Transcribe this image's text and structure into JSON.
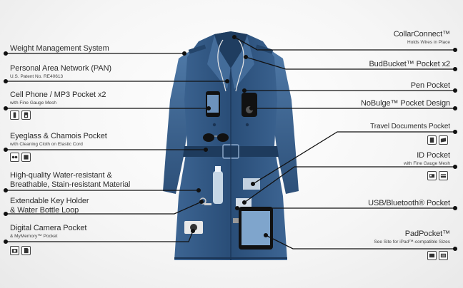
{
  "left_labels": [
    {
      "id": "weight",
      "title": "Weight Management System",
      "sub": ""
    },
    {
      "id": "pan",
      "title": "Personal Area Network (PAN)",
      "sub": "U.S. Patent No. RE40613"
    },
    {
      "id": "cell",
      "title": "Cell Phone / MP3 Pocket x2",
      "sub": "with Fine Gauge Mesh"
    },
    {
      "id": "eyeglass",
      "title": "Eyeglass & Chamois Pocket",
      "sub": "with Cleaning Cloth on Elastic Cord"
    },
    {
      "id": "material1",
      "title": "High-quality Water-resistant &",
      "sub": ""
    },
    {
      "id": "material2",
      "title": "Breathable, Stain-resistant Material",
      "sub": ""
    },
    {
      "id": "key1",
      "title": "Extendable Key Holder",
      "sub": ""
    },
    {
      "id": "key2",
      "title": "& Water Bottle Loop",
      "sub": ""
    },
    {
      "id": "camera",
      "title": "Digital Camera Pocket",
      "sub": "& MyMemory™ Pocket"
    }
  ],
  "right_labels": [
    {
      "id": "collar",
      "title": "CollarConnect™",
      "sub": "Holds Wires in Place"
    },
    {
      "id": "bud",
      "title": "BudBucket™ Pocket x2",
      "sub": ""
    },
    {
      "id": "pen",
      "title": "Pen Pocket",
      "sub": ""
    },
    {
      "id": "nobulge",
      "title": "NoBulge™ Pocket Design",
      "sub": ""
    },
    {
      "id": "travel",
      "title": "Travel Documents Pocket",
      "sub": ""
    },
    {
      "id": "idp",
      "title": "ID Pocket",
      "sub": "with Fine Gauge Mesh"
    },
    {
      "id": "usb",
      "title": "USB/Bluetooth® Pocket",
      "sub": ""
    },
    {
      "id": "pad",
      "title": "PadPocket™",
      "sub": "See Site for iPad™-compatible Sizes"
    }
  ],
  "icon_names": {
    "cell": [
      "phone-icon",
      "mp3-player-icon"
    ],
    "eyeglass": [
      "glasses-icon",
      "cloth-icon"
    ],
    "camera": [
      "camera-icon",
      "memory-card-icon"
    ],
    "travel": [
      "passport-icon",
      "ticket-icon"
    ],
    "idp": [
      "id-card-icon",
      "card-icon"
    ],
    "pad": [
      "tablet-icon",
      "tablet-alt-icon"
    ]
  },
  "colors": {
    "coat_dark": "#1b3454",
    "coat_mid": "#2e5680",
    "coat_light": "#5d86b3",
    "line": "#111111"
  }
}
